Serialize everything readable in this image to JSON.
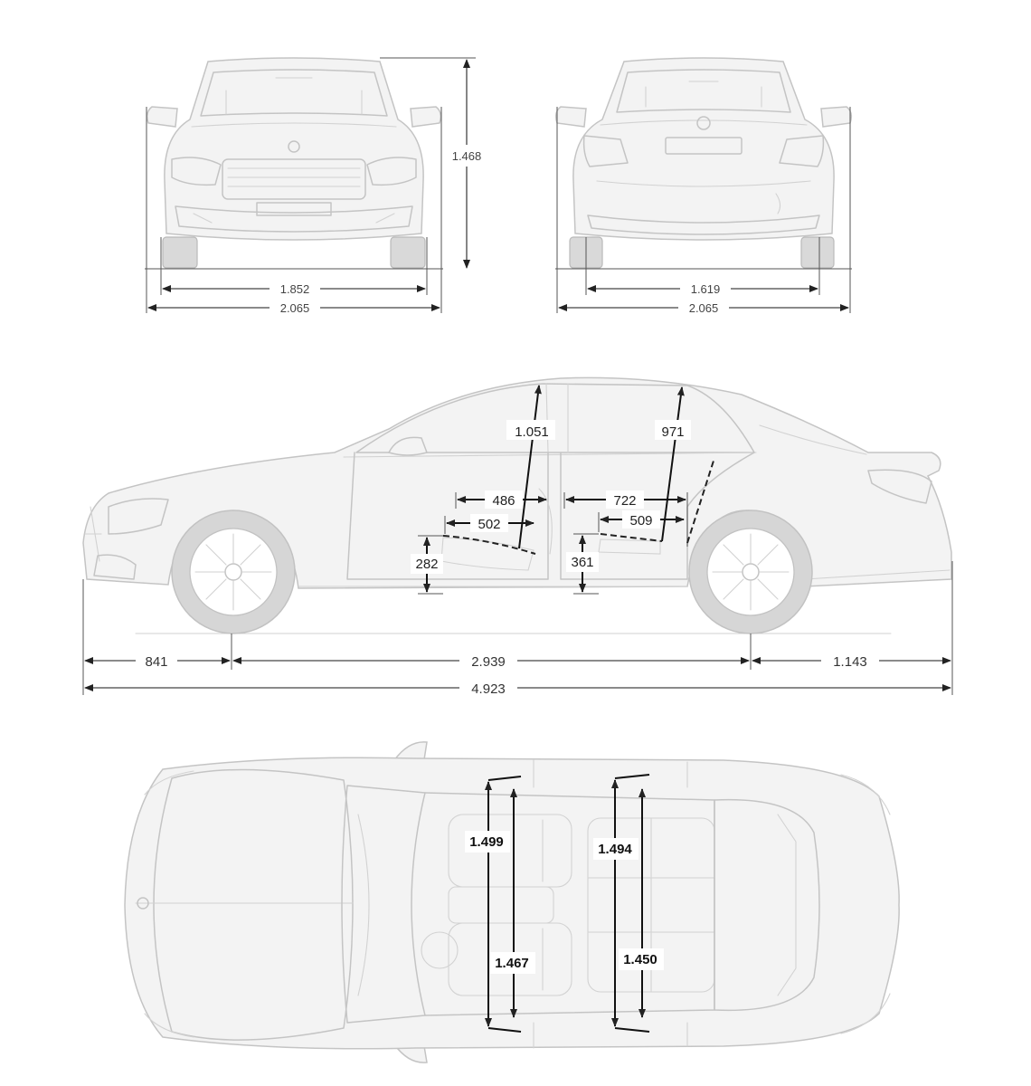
{
  "front_view": {
    "height": "1.468",
    "track": "1.852",
    "width_mirrors": "2.065"
  },
  "rear_view": {
    "track": "1.619",
    "width_mirrors": "2.065"
  },
  "side_view": {
    "front_headroom": "1.051",
    "rear_headroom": "971",
    "front_legroom": "486",
    "front_seat_depth": "502",
    "front_seat_height": "282",
    "rear_legroom": "722",
    "rear_seat_depth": "509",
    "rear_seat_height": "361",
    "front_overhang": "841",
    "wheelbase": "2.939",
    "rear_overhang": "1.143",
    "overall_length": "4.923"
  },
  "top_view": {
    "front_shoulder_room": "1.499",
    "front_hip_room": "1.467",
    "rear_shoulder_room": "1.494",
    "rear_hip_room": "1.450"
  }
}
